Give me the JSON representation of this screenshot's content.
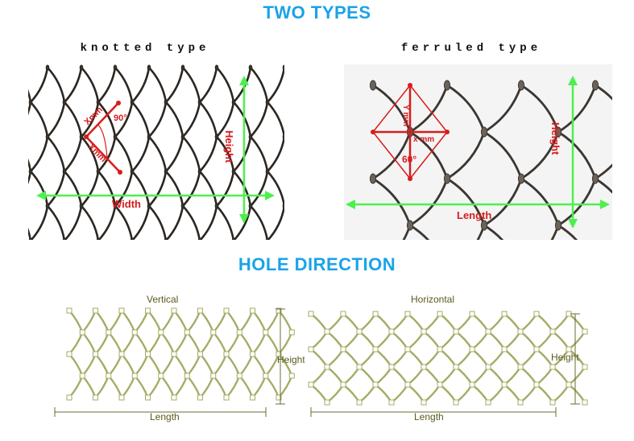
{
  "title": "TWO TYPES",
  "types": {
    "knotted": {
      "label": "knotted type",
      "annotations": {
        "x1": "Xmm",
        "x2": "Xmm",
        "angle": "90°",
        "height": "Height",
        "width": "Width"
      }
    },
    "ferruled": {
      "label": "ferruled type",
      "annotations": {
        "y": "Y mm",
        "x": "x mm",
        "angle": "60°",
        "height": "Height",
        "length": "Length"
      }
    }
  },
  "section2_title": "HOLE DIRECTION",
  "directions": {
    "vertical": {
      "title": "Vertical",
      "height": "Height",
      "length": "Length"
    },
    "horizontal": {
      "title": "Horizontal",
      "height": "Height",
      "length": "Length"
    }
  },
  "colors": {
    "heading": "#1aa3e8",
    "annotation_red": "#d81c1c",
    "annotation_green": "#4cf04c",
    "mesh_olive": "#9aa05a"
  }
}
